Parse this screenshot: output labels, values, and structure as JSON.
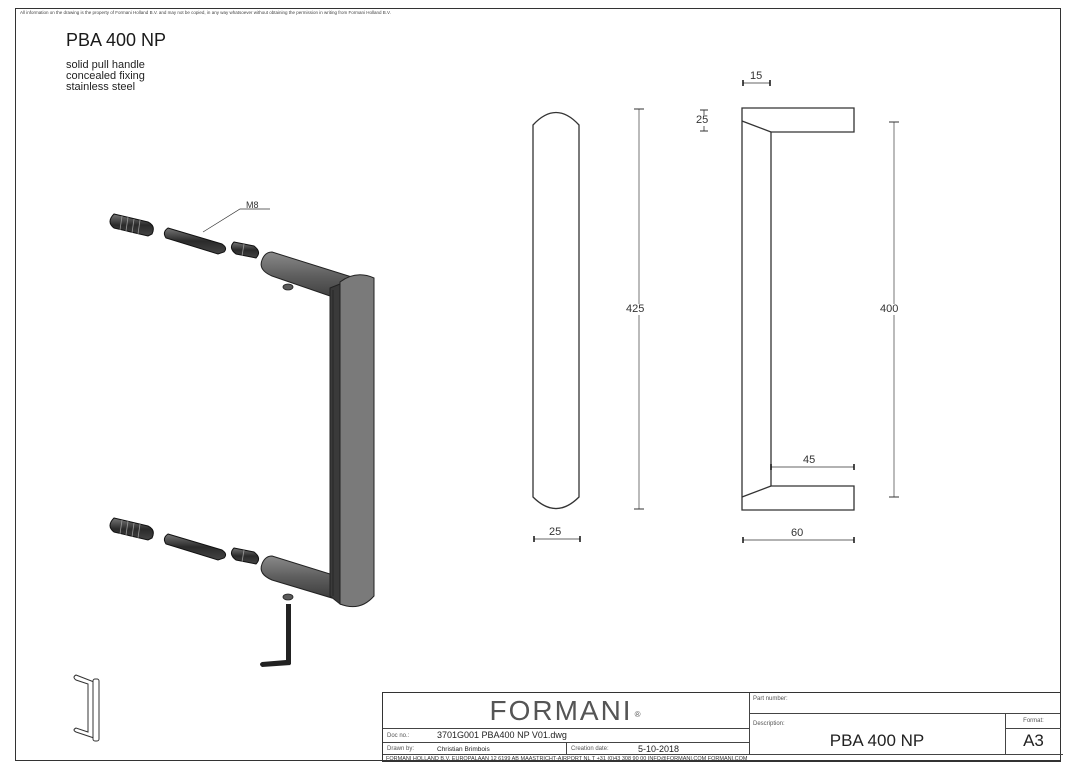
{
  "notice": "All information on the drawing is the property of Formani Holland B.V. and may not be copied, in any way whatsoever without obtaining the permission in writing from Formani Holland B.V.",
  "header": {
    "title": "PBA 400 NP",
    "features": [
      "solid pull handle",
      "concealed fixing",
      "stainless steel"
    ]
  },
  "callouts": {
    "thread": "M8"
  },
  "dimensions": {
    "front_height": "425",
    "front_width": "25",
    "side_top_thickness": "25",
    "side_bar_width": "15",
    "side_height": "400",
    "side_inner_depth": "45",
    "side_total_depth": "60"
  },
  "title_block": {
    "logo": "FORMANI",
    "logo_mark": "®",
    "doc_no_label": "Doc no.:",
    "doc_no": "3701G001 PBA400 NP V01.dwg",
    "drawn_by_label": "Drawn by:",
    "drawn_by": "Christian Brimbois",
    "creation_date_label": "Creation date:",
    "creation_date": "5-10-2018",
    "part_number_label": "Part number:",
    "part_number": "",
    "description_label": "Description:",
    "description": "PBA 400 NP",
    "format_label": "Format:",
    "format": "A3",
    "address": "FORMANI HOLLAND B.V.  EUROPALAAN 12  6199 AB MAASTRICHT-AIRPORT NL  T +31 (0)43 308 90 00 INFO@FORMANI.COM FORMANI.COM"
  },
  "colors": {
    "line": "#333333",
    "handle_dark": "#3a3a3a",
    "handle_mid": "#6e6e6e",
    "handle_light": "#9a9a9a"
  }
}
